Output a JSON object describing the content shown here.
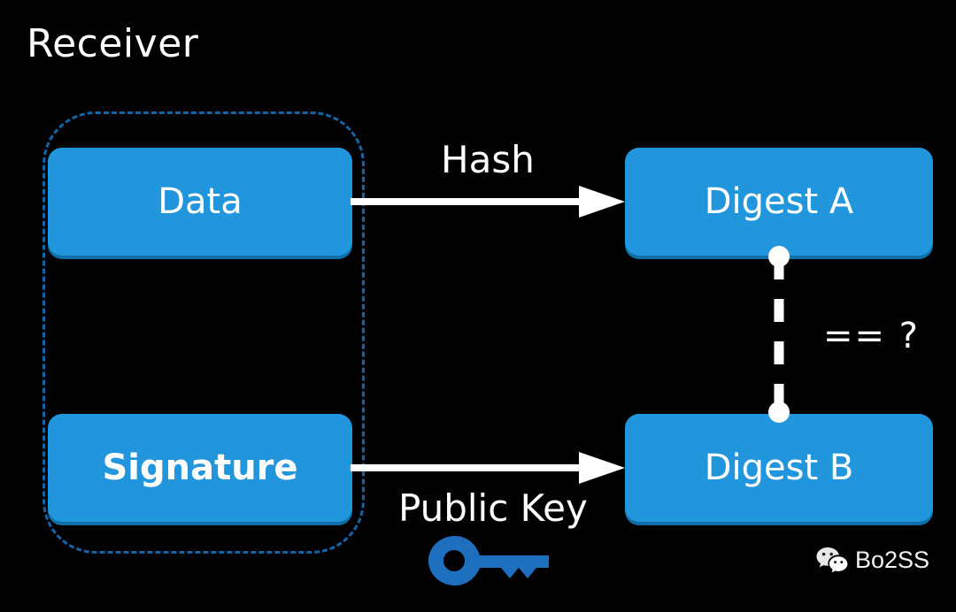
{
  "page": {
    "title": "Receiver",
    "background_color": "#000000"
  },
  "colors": {
    "box_fill": "#2196DD",
    "box_shadow": "#0F6FA8",
    "dashed_container_border": "#1464A5",
    "key_icon": "#1F6FBF",
    "text": "#ffffff",
    "arrow": "#ffffff"
  },
  "receiver_container": {
    "name": "receiver-dashed-group",
    "style": "dashed",
    "items": [
      "Data",
      "Signature"
    ]
  },
  "boxes": [
    {
      "id": "data",
      "label": "Data",
      "bold": false
    },
    {
      "id": "signature",
      "label": "Signature",
      "bold": true
    },
    {
      "id": "digest_a",
      "label": "Digest A",
      "bold": false
    },
    {
      "id": "digest_b",
      "label": "Digest B",
      "bold": false
    }
  ],
  "edges": [
    {
      "id": "hash",
      "label": "Hash",
      "from": "Data",
      "to": "Digest A",
      "style": "solid-arrow"
    },
    {
      "id": "public_key",
      "label": "Public Key",
      "from": "Signature",
      "to": "Digest B",
      "style": "solid-arrow"
    }
  ],
  "comparison": {
    "label": "== ?",
    "from": "Digest A",
    "to": "Digest B",
    "style": "dashed-with-endpoint-dots"
  },
  "icons": {
    "key": "key-icon",
    "wechat": "wechat-logo-icon"
  },
  "watermark": {
    "text": "Bo2SS"
  }
}
